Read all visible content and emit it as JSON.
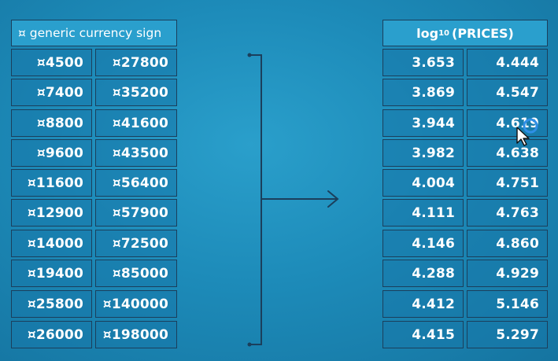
{
  "left_table": {
    "header": "¤ generic currency sign",
    "rows": [
      [
        "¤4500",
        "¤27800"
      ],
      [
        "¤7400",
        "¤35200"
      ],
      [
        "¤8800",
        "¤41600"
      ],
      [
        "¤9600",
        "¤43500"
      ],
      [
        "¤11600",
        "¤56400"
      ],
      [
        "¤12900",
        "¤57900"
      ],
      [
        "¤14000",
        "¤72500"
      ],
      [
        "¤19400",
        "¤85000"
      ],
      [
        "¤25800",
        "¤140000"
      ],
      [
        "¤26000",
        "¤198000"
      ]
    ]
  },
  "right_table": {
    "header_base": "log",
    "header_sub": "10",
    "header_rest": "(PRICES)",
    "rows": [
      [
        "3.653",
        "4.444"
      ],
      [
        "3.869",
        "4.547"
      ],
      [
        "3.944",
        "4.619"
      ],
      [
        "3.982",
        "4.638"
      ],
      [
        "4.004",
        "4.751"
      ],
      [
        "4.111",
        "4.763"
      ],
      [
        "4.146",
        "4.860"
      ],
      [
        "4.288",
        "4.929"
      ],
      [
        "4.412",
        "5.146"
      ],
      [
        "4.415",
        "5.297"
      ]
    ]
  },
  "colors": {
    "cell_border": "#1b3f5c",
    "arrow": "#1b3f5c",
    "cursor_accent": "#2f8fe6"
  }
}
